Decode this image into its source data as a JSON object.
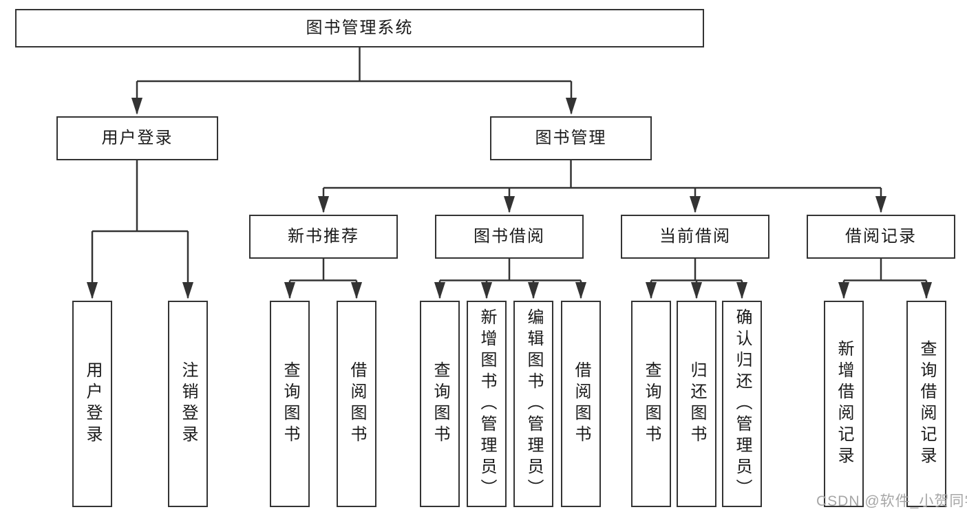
{
  "diagram_type": "functional-structure-tree",
  "tree": {
    "label": "图书管理系统",
    "children": [
      {
        "label": "用户登录",
        "children": [
          {
            "label": "用户登录"
          },
          {
            "label": "注销登录"
          }
        ]
      },
      {
        "label": "图书管理",
        "children": [
          {
            "label": "新书推荐",
            "children": [
              {
                "label": "查询图书"
              },
              {
                "label": "借阅图书"
              }
            ]
          },
          {
            "label": "图书借阅",
            "children": [
              {
                "label": "查询图书"
              },
              {
                "label": "新增图书（管理员）"
              },
              {
                "label": "编辑图书（管理员）"
              },
              {
                "label": "借阅图书"
              }
            ]
          },
          {
            "label": "当前借阅",
            "children": [
              {
                "label": "查询图书"
              },
              {
                "label": "归还图书"
              },
              {
                "label": "确认归还（管理员）"
              }
            ]
          },
          {
            "label": "借阅记录",
            "children": [
              {
                "label": "新增借阅记录"
              },
              {
                "label": "查询借阅记录"
              }
            ]
          }
        ]
      }
    ]
  },
  "watermark": "CSDN @软件_小贺同学",
  "colors": {
    "line": "#333333",
    "box_border": "#333333",
    "text": "#1a1a1a",
    "watermark": "#a6a6a6",
    "background": "#ffffff"
  }
}
